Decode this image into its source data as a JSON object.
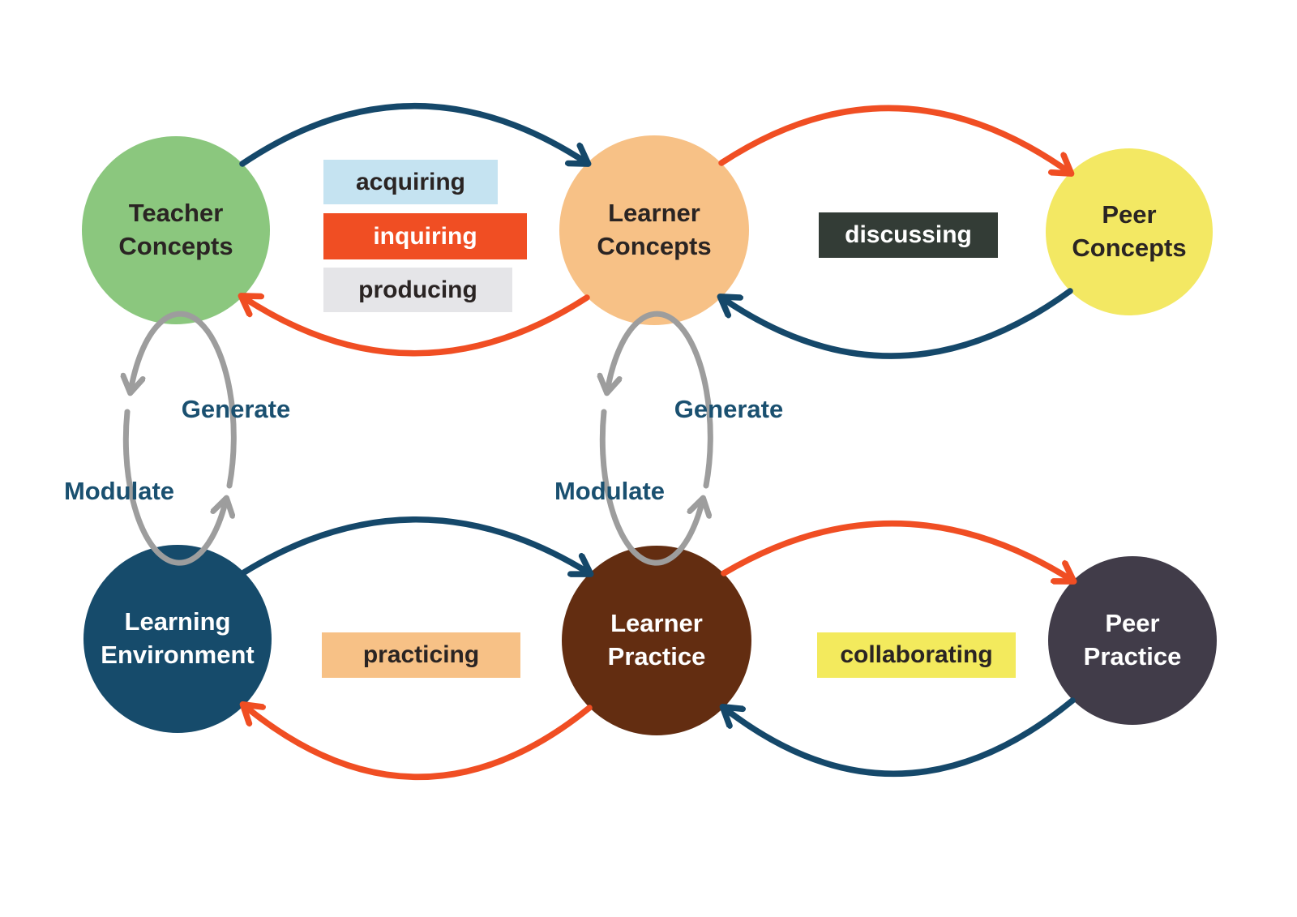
{
  "diagram": {
    "background": "#FFFFFF",
    "nodes": [
      {
        "id": "teacher-concepts",
        "label": "Teacher\nConcepts",
        "fill": "#8BC77E",
        "text_color": "#2A2423"
      },
      {
        "id": "learner-concepts",
        "label": "Learner\nConcepts",
        "fill": "#F7C186",
        "text_color": "#2A2423"
      },
      {
        "id": "peer-concepts",
        "label": "Peer\nConcepts",
        "fill": "#F3E863",
        "text_color": "#2A2423"
      },
      {
        "id": "learning-environment",
        "label": "Learning\nEnvironment",
        "fill": "#164B6B",
        "text_color": "#FFFFFF"
      },
      {
        "id": "learner-practice",
        "label": "Learner\nPractice",
        "fill": "#632D11",
        "text_color": "#FFFFFF"
      },
      {
        "id": "peer-practice",
        "label": "Peer\nPractice",
        "fill": "#413C49",
        "text_color": "#FFFFFF"
      }
    ],
    "edge_labels": [
      {
        "id": "acquiring",
        "text": "acquiring",
        "bg": "#C5E3F1",
        "fg": "#2A2423"
      },
      {
        "id": "inquiring",
        "text": "inquiring",
        "bg": "#F04E23",
        "fg": "#FFFFFF"
      },
      {
        "id": "producing",
        "text": "producing",
        "bg": "#E5E5E8",
        "fg": "#2A2423"
      },
      {
        "id": "discussing",
        "text": "discussing",
        "bg": "#333C36",
        "fg": "#FFFFFF"
      },
      {
        "id": "practicing",
        "text": "practicing",
        "bg": "#F7C186",
        "fg": "#2A2423"
      },
      {
        "id": "collaborating",
        "text": "collaborating",
        "bg": "#F3EA5D",
        "fg": "#2A2423"
      }
    ],
    "loop_labels": [
      {
        "id": "generate-left",
        "text": "Generate"
      },
      {
        "id": "modulate-left",
        "text": "Modulate"
      },
      {
        "id": "generate-middle",
        "text": "Generate"
      },
      {
        "id": "modulate-middle",
        "text": "Modulate"
      }
    ],
    "edges": [
      {
        "from": "teacher-concepts",
        "to": "learner-concepts",
        "color": "navy",
        "labels": [
          "acquiring",
          "inquiring",
          "producing"
        ]
      },
      {
        "from": "learner-concepts",
        "to": "teacher-concepts",
        "color": "orange",
        "labels": [
          "acquiring",
          "inquiring",
          "producing"
        ]
      },
      {
        "from": "learner-concepts",
        "to": "peer-concepts",
        "color": "orange",
        "labels": [
          "discussing"
        ]
      },
      {
        "from": "peer-concepts",
        "to": "learner-concepts",
        "color": "navy",
        "labels": [
          "discussing"
        ]
      },
      {
        "from": "learning-environment",
        "to": "learner-practice",
        "color": "navy",
        "labels": [
          "practicing"
        ]
      },
      {
        "from": "learner-practice",
        "to": "learning-environment",
        "color": "orange",
        "labels": [
          "practicing"
        ]
      },
      {
        "from": "learner-practice",
        "to": "peer-practice",
        "color": "orange",
        "labels": [
          "collaborating"
        ]
      },
      {
        "from": "peer-practice",
        "to": "learner-practice",
        "color": "navy",
        "labels": [
          "collaborating"
        ]
      },
      {
        "from": "learning-environment",
        "to": "teacher-concepts",
        "color": "gray",
        "labels": [
          "Generate"
        ]
      },
      {
        "from": "teacher-concepts",
        "to": "learning-environment",
        "color": "gray",
        "labels": [
          "Modulate"
        ]
      },
      {
        "from": "learner-practice",
        "to": "learner-concepts",
        "color": "gray",
        "labels": [
          "Generate"
        ]
      },
      {
        "from": "learner-concepts",
        "to": "learner-practice",
        "color": "gray",
        "labels": [
          "Modulate"
        ]
      }
    ],
    "colors": {
      "navy_arrow": "#15486A",
      "orange_arrow": "#F04E23",
      "gray_loop": "#9D9D9D",
      "loop_label_text": "#1A5070"
    }
  }
}
